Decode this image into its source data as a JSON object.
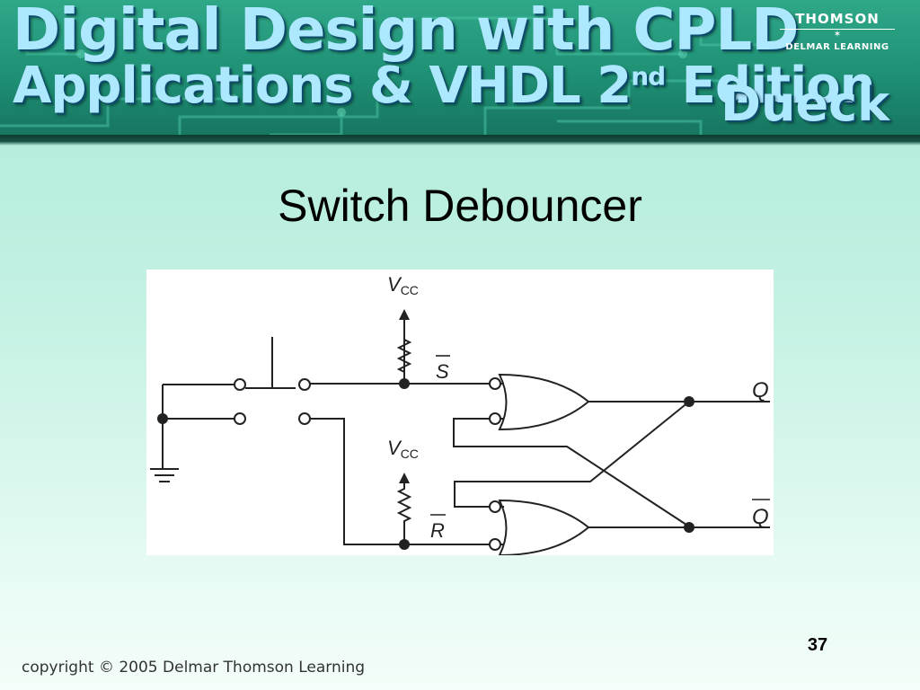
{
  "banner": {
    "title_line1": "Digital Design with CPLD",
    "title_line2_main": "Applications & VHDL 2",
    "title_line2_sup": "nd",
    "title_line2_end": " Edition",
    "publisher_line1": "THOMSON",
    "publisher_star": "✶",
    "publisher_line2": "DELMAR LEARNING",
    "author": "Dueck"
  },
  "slide": {
    "title": "Switch Debouncer",
    "number": "37"
  },
  "footer": {
    "copyright": "copyright © 2005 Delmar Thomson Learning"
  },
  "diagram": {
    "vcc_top": {
      "main": "V",
      "sub": "CC"
    },
    "vcc_bottom": {
      "main": "V",
      "sub": "CC"
    },
    "s_label": "S",
    "r_label": "R",
    "q_label": "Q",
    "q_bar_label": "Q"
  },
  "colors": {
    "banner": "#1e8f74",
    "title_text": "#aee8ff",
    "background": "#b8eedd"
  }
}
